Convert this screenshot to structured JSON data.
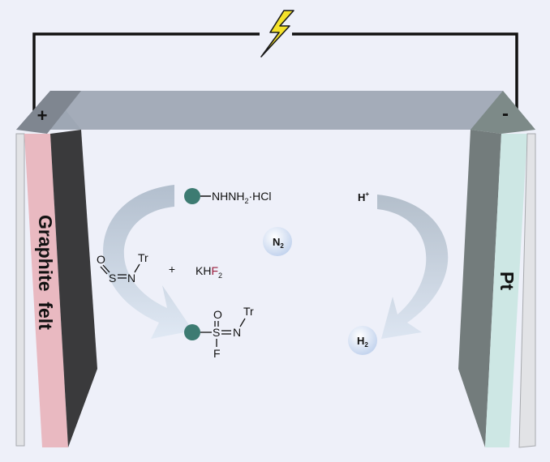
{
  "electrodes": {
    "anode": {
      "polarity": "+",
      "label": "Graphite  felt",
      "color": "#e9b9c1"
    },
    "cathode": {
      "polarity": "-",
      "label": "Pt",
      "color": "#cde7e4"
    }
  },
  "power_source": {
    "icon": "lightning-bolt-icon",
    "color": "#f5e22a"
  },
  "chemistry": {
    "hydrazine": {
      "prefix": "NHNH",
      "sub": "2",
      "suffix": "·HCl"
    },
    "sulfinylamine": {
      "o": "O",
      "s": "S",
      "n": "N",
      "tr": "Tr"
    },
    "plus": "+",
    "khf2": {
      "prefix": "KH",
      "f": "F",
      "sub": "2"
    },
    "product": {
      "o": "O",
      "s": "S",
      "n": "N",
      "tr": "Tr",
      "f": "F"
    },
    "n2": {
      "base": "N",
      "sub": "2"
    },
    "proton": {
      "base": "H",
      "sup": "+"
    },
    "h2": {
      "base": "H",
      "sub": "2"
    }
  },
  "colors": {
    "substrate_dot": "#3d7b72",
    "fluorine": "#9a1c3c",
    "gas_bubble": "#c9d8f1"
  }
}
